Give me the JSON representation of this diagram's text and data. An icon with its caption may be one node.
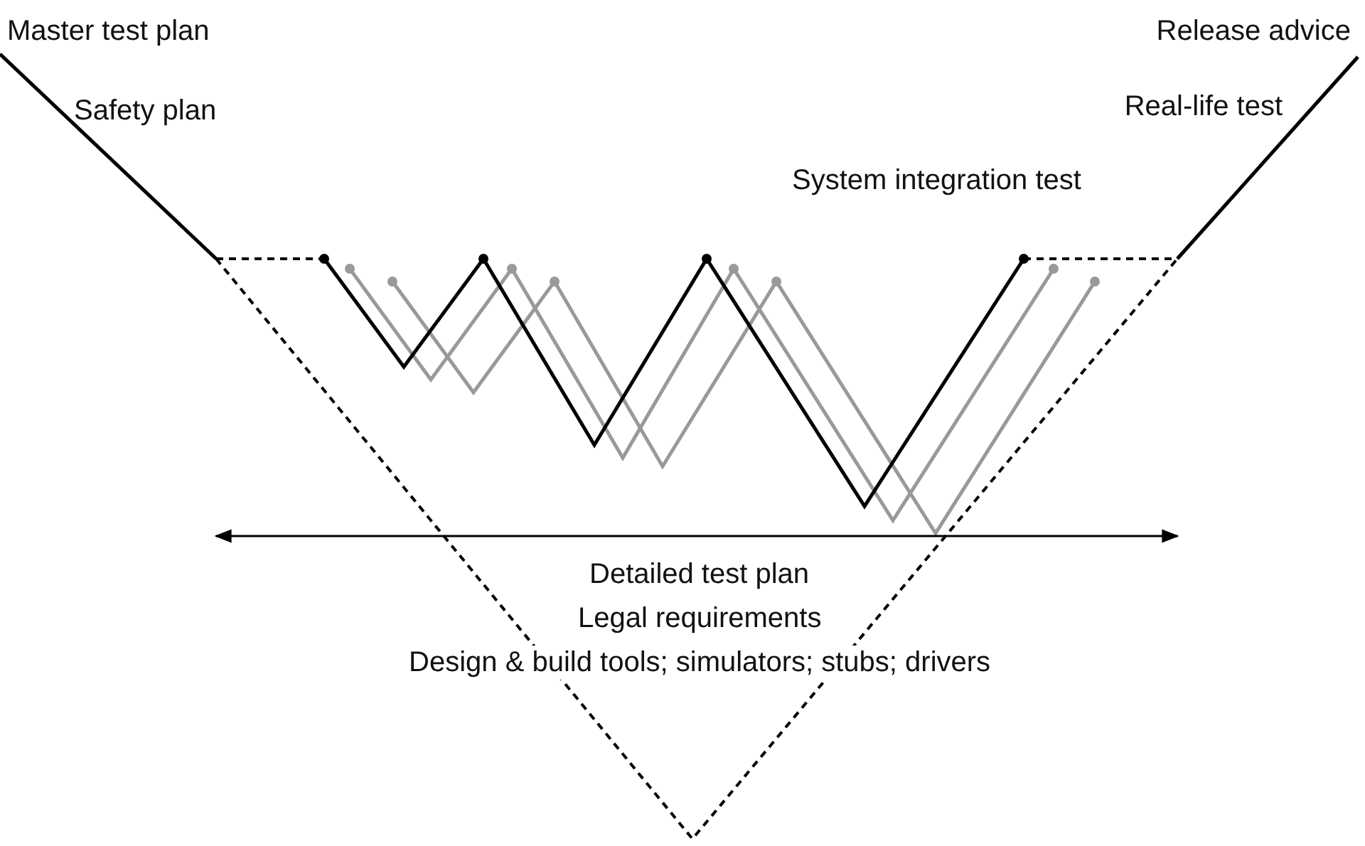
{
  "diagram": {
    "labels": [
      "Master test plan",
      "Release advice",
      "Safety plan",
      "Real-life test",
      "System integration test",
      "Detailed test plan",
      "Legal requirements",
      "Design & build tools; simulators; stubs; drivers"
    ]
  }
}
